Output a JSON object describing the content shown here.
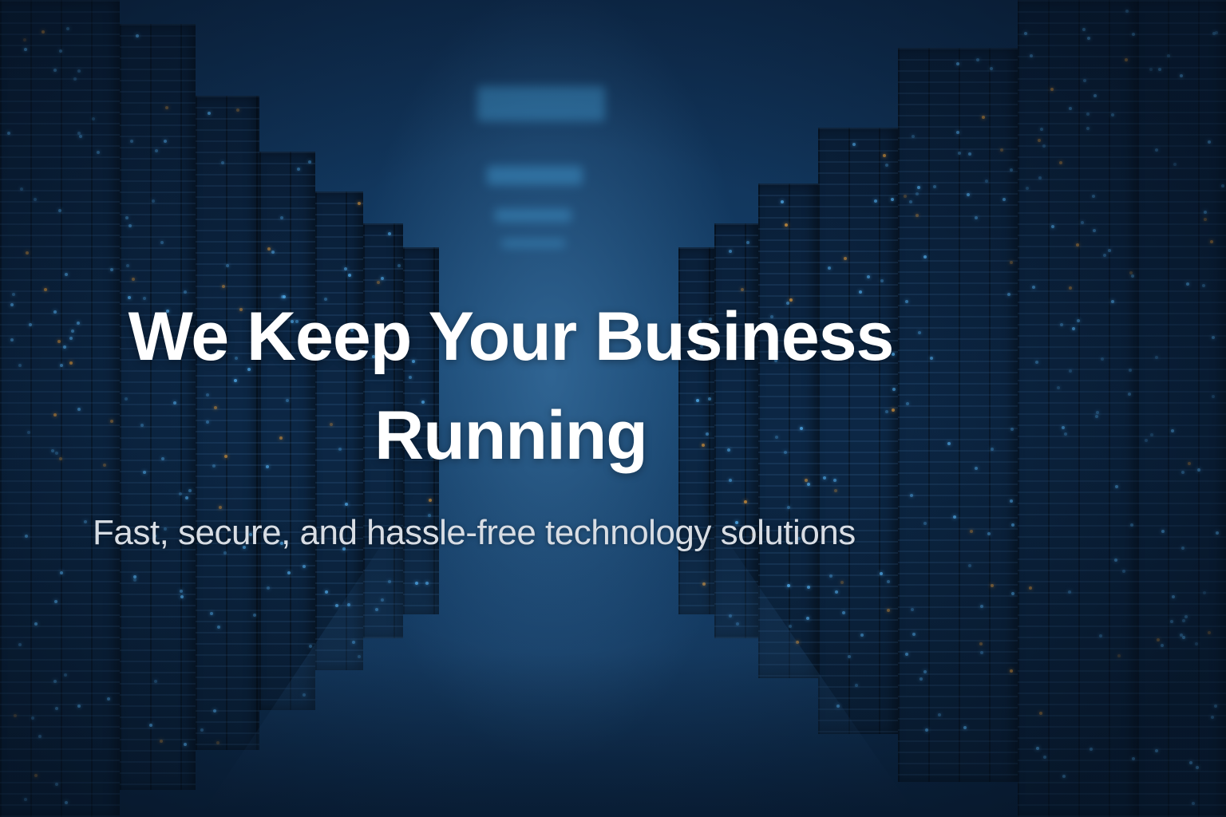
{
  "hero": {
    "headline_line1": "We Keep Your Business",
    "headline_line2": "Running",
    "subheadline": "Fast, secure, and hassle-free technology solutions"
  },
  "colors": {
    "background": "#14406a",
    "headline_text": "#ffffff",
    "subheadline_text": "#d8dde4",
    "accent_led": "#4fa7e6"
  }
}
